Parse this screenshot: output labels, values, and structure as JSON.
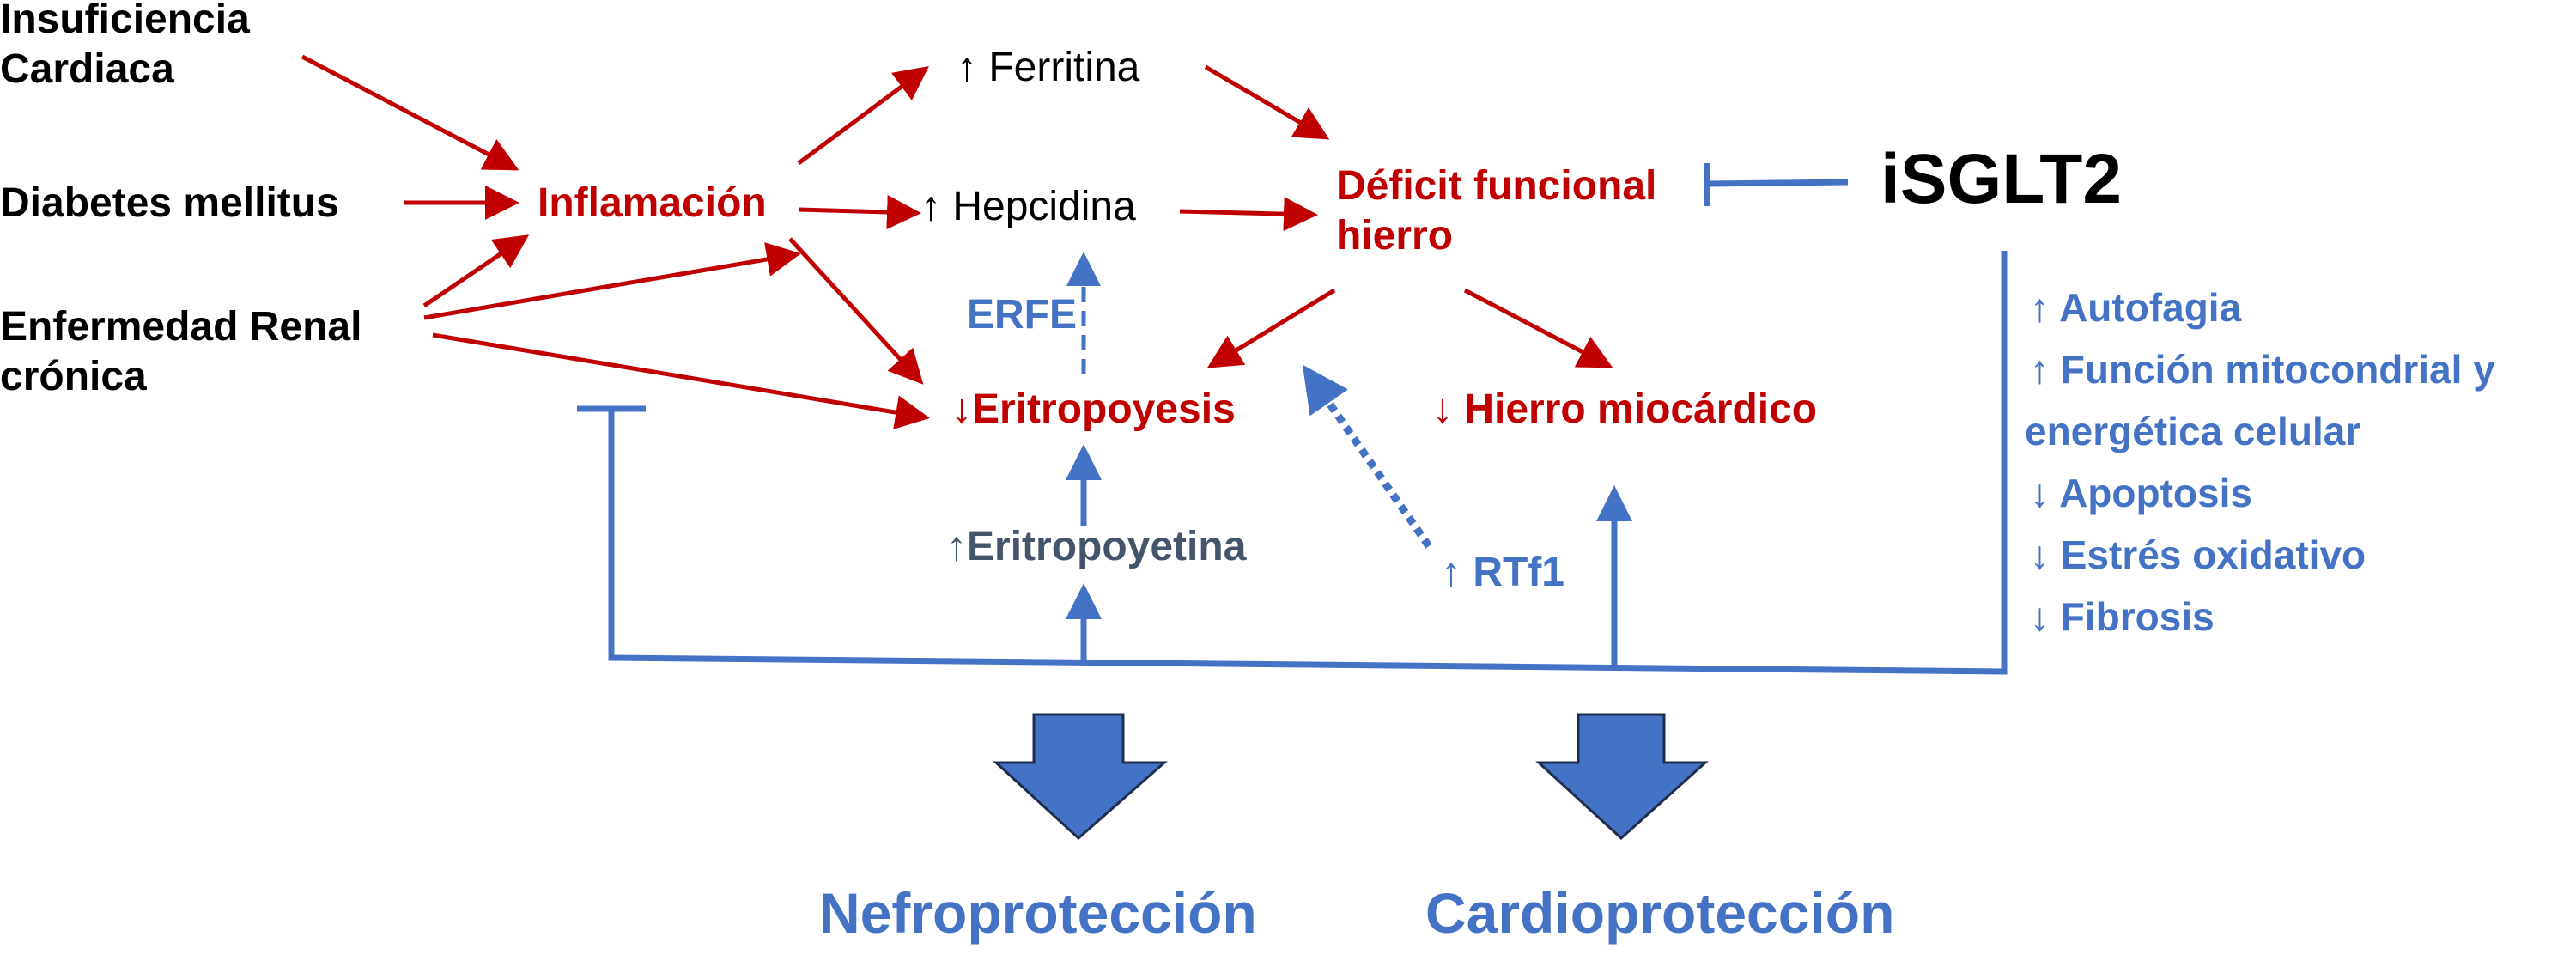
{
  "colors": {
    "red": "#c00000",
    "blue": "#4472c4",
    "black": "#000000",
    "slate": "#44546a"
  },
  "causes": {
    "insuficiencia_line1": "Insuficiencia",
    "insuficiencia_line2": "Cardiaca",
    "diabetes": "Diabetes mellitus",
    "enfermedad_line1": "Enfermedad Renal",
    "enfermedad_line2": "crónica"
  },
  "nodes": {
    "inflamacion": "Inflamación",
    "ferritina": "↑ Ferritina",
    "hepcidina": "↑ Hepcidina",
    "deficit_line1": "Déficit funcional",
    "deficit_line2": "hierro",
    "erfe": "ERFE",
    "eritropoyesis": "↓Eritropoyesis",
    "hierro_miocardico": "↓ Hierro miocárdico",
    "eritropoyetina": "↑Eritropoyetina",
    "rtf1": "↑ RTf1"
  },
  "drug": "iSGLT2",
  "effects": [
    "↑ Autofagia",
    "↑ Función mitocondrial y",
    "energética celular",
    "↓ Apoptosis",
    "↓ Estrés oxidativo",
    "↓ Fibrosis"
  ],
  "outcomes": {
    "nefro": "Nefroprotección",
    "cardio": "Cardioprotección"
  }
}
